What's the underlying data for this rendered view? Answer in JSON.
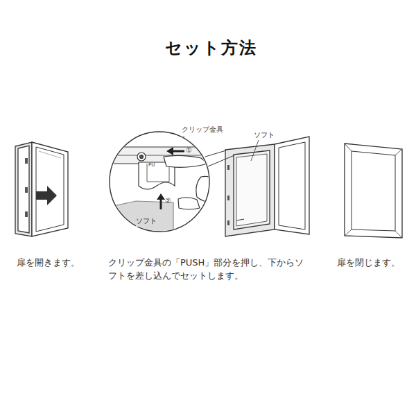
{
  "diagram": {
    "title": "セット方法",
    "labels": [
      "クリップ金具",
      "ソフト",
      "①",
      "PU",
      "②",
      "ソフト",
      "扉を開きます。",
      "クリップ金具の「PUSH」部分を押し、下からソフトを差し込んでセットします。",
      "扉を閉じます。"
    ]
  }
}
